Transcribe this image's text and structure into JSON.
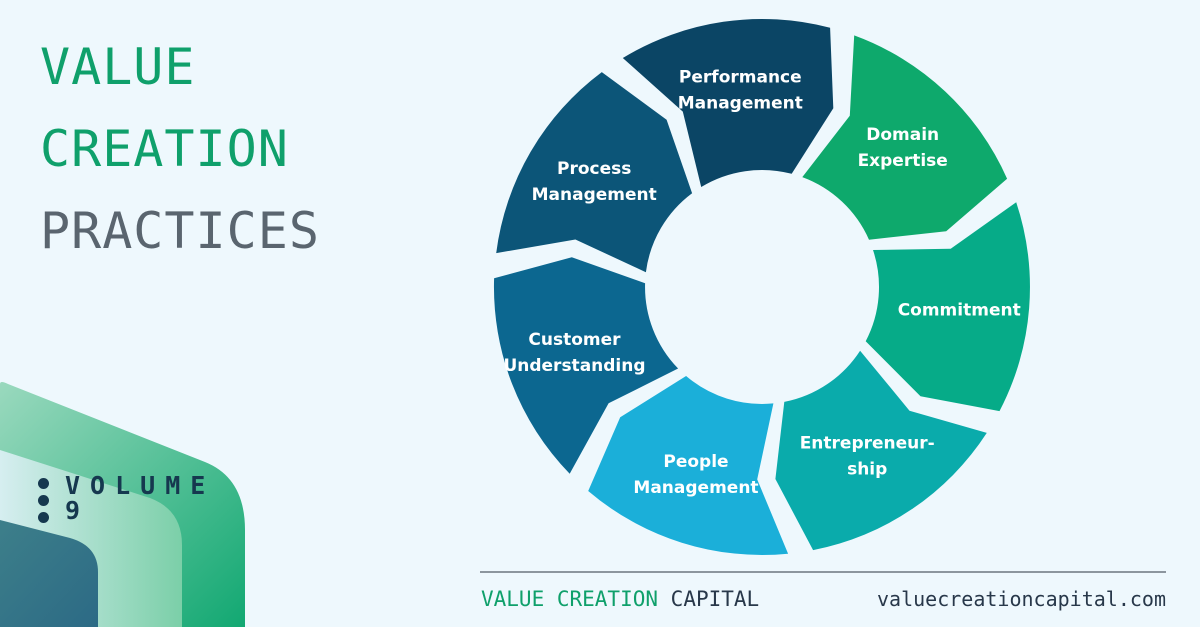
{
  "title": {
    "line1": "VALUE",
    "line2": "CREATION",
    "line3": "PRACTICES"
  },
  "volume": {
    "word": "VOLUME",
    "number": "9"
  },
  "wheel": {
    "segments": [
      {
        "label": "Performance Management",
        "lines": [
          "Performance",
          "Management"
        ],
        "color": "#0b4565"
      },
      {
        "label": "Domain Expertise",
        "lines": [
          "Domain",
          "Expertise"
        ],
        "color": "#0ea96c"
      },
      {
        "label": "Commitment",
        "lines": [
          "Commitment"
        ],
        "color": "#06ab88"
      },
      {
        "label": "Entrepreneurship",
        "lines": [
          "Entrepreneur-",
          "ship"
        ],
        "color": "#0aabab"
      },
      {
        "label": "People Management",
        "lines": [
          "People",
          "Management"
        ],
        "color": "#1bafd9"
      },
      {
        "label": "Customer Understanding",
        "lines": [
          "Customer",
          "Understanding"
        ],
        "color": "#0c6790"
      },
      {
        "label": "Process Management",
        "lines": [
          "Process",
          "Management"
        ],
        "color": "#0c5578"
      }
    ]
  },
  "footer": {
    "brand_part1": "VALUE CREATION",
    "brand_part2": "CAPITAL",
    "website": "valuecreationcapital.com"
  },
  "colors": {
    "background": "#eef8fd",
    "title_green": "#0fa06b",
    "title_gray": "#5a656f",
    "navy": "#16384f"
  }
}
